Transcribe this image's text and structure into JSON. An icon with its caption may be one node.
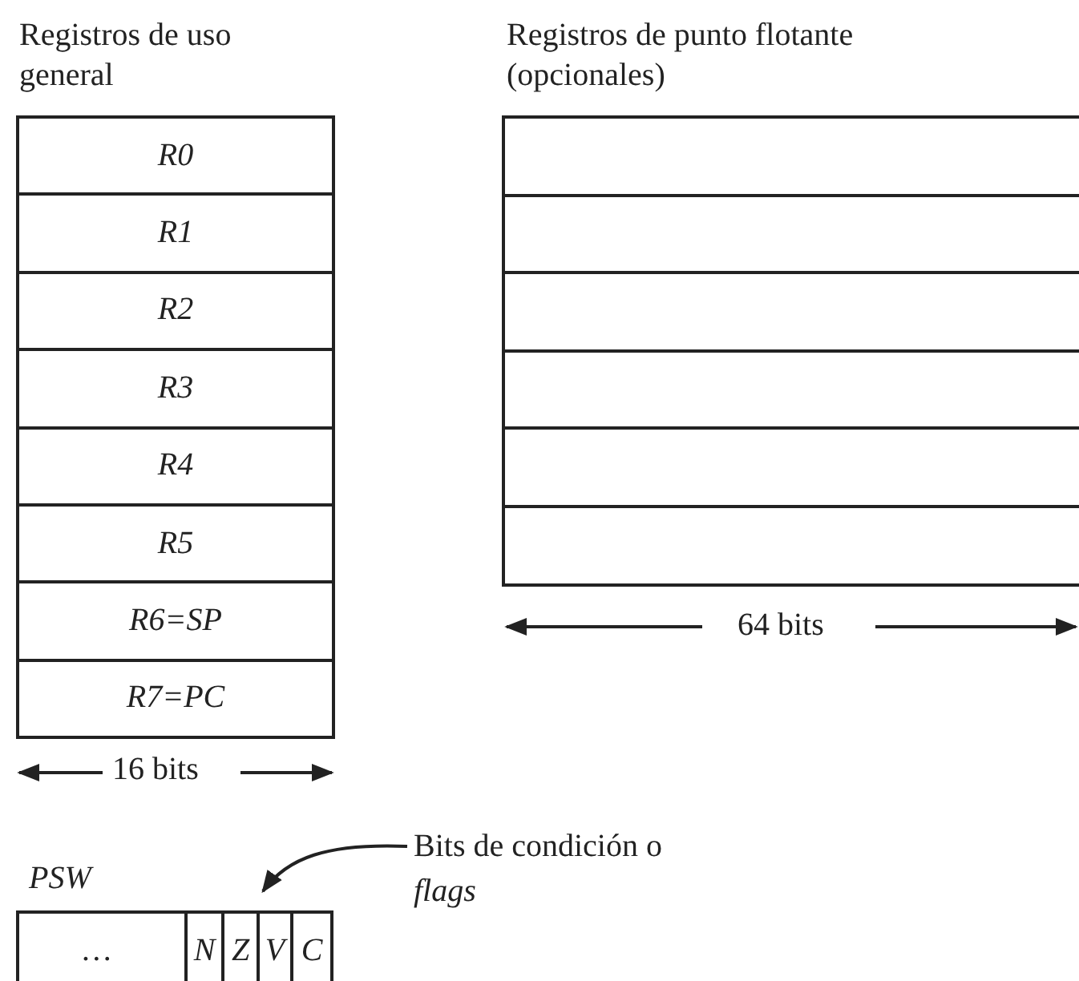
{
  "diagram": {
    "nodes": [
      {
        "text": [
          "R0"
        ]
      },
      {
        "text": [
          "R1"
        ]
      },
      {
        "text": [
          "R2"
        ]
      },
      {
        "text": [
          "R3"
        ]
      },
      {
        "text": [
          "R4"
        ]
      },
      {
        "text": [
          "R5"
        ]
      },
      {
        "text": [
          "R6=SP"
        ]
      },
      {
        "text": [
          "R7=PC"
        ]
      },
      {
        "text": [],
        "shape": "box"
      },
      {
        "text": [],
        "shape": "box"
      },
      {
        "text": [],
        "shape": "box"
      },
      {
        "text": [],
        "shape": "box"
      },
      {
        "text": [],
        "shape": "box"
      },
      {
        "text": [],
        "shape": "box"
      },
      {
        "text": [
          "Bits de condición o *flags*"
        ]
      },
      {
        "text": [
          "…"
        ]
      },
      {
        "text": [
          "N"
        ]
      },
      {
        "text": [
          "Z"
        ]
      },
      {
        "text": [
          "V"
        ]
      },
      {
        "text": [
          "C"
        ]
      }
    ],
    "edges": [
      {
        "from": 14,
        "to": 18,
        "arrow": "to"
      }
    ],
    "labels": [
      "Registros de uso general",
      "Registros de punto flotante (opcionales)",
      "64 bits",
      "16 bits",
      "PSW"
    ]
  }
}
